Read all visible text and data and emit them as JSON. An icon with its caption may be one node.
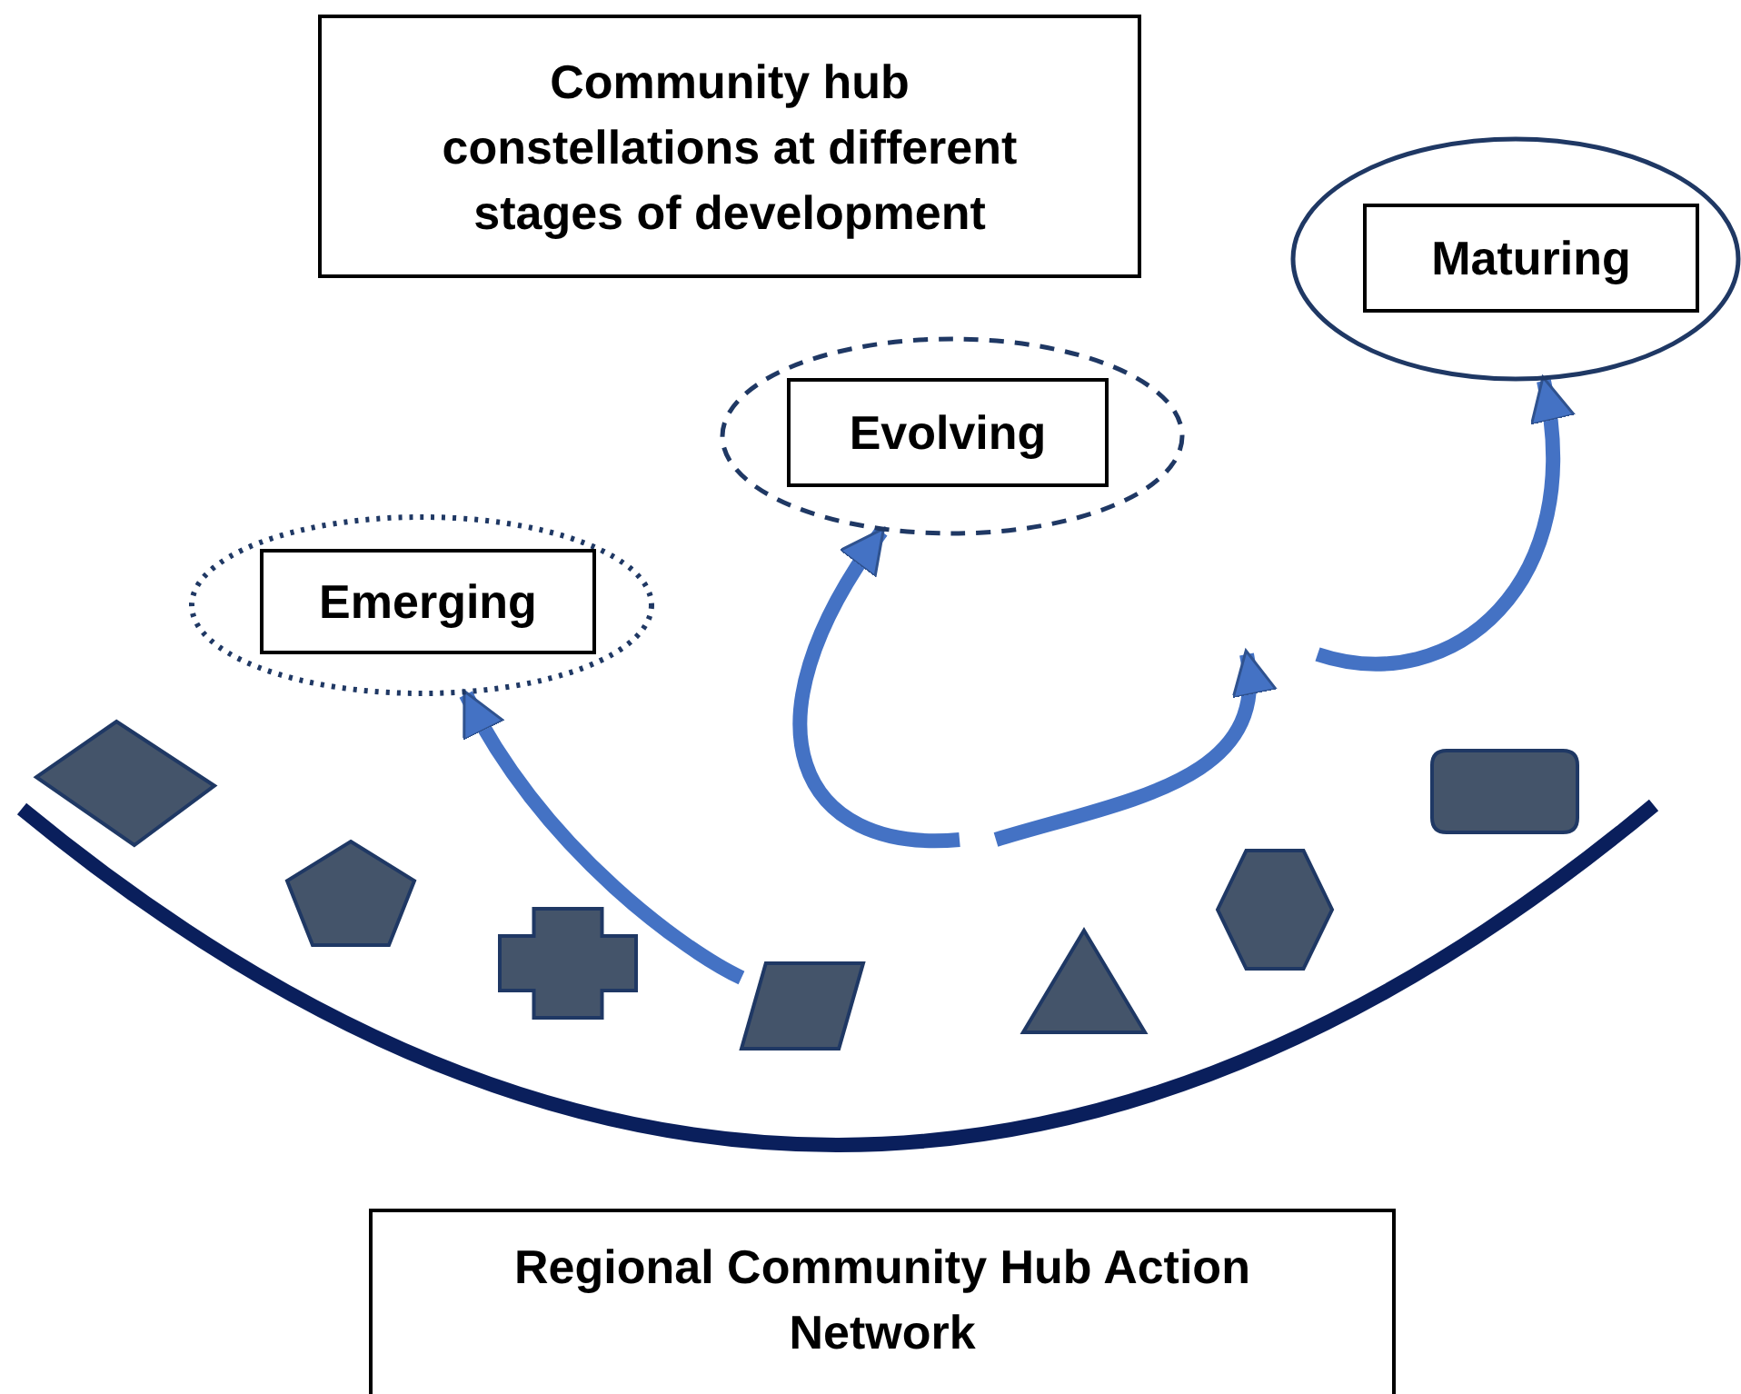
{
  "diagram": {
    "nodes": [
      {
        "text": [
          "Community hub constellations at different stages of development"
        ]
      },
      {
        "text": [],
        "shape": "ellipse"
      },
      {
        "text": [
          "Maturing"
        ],
        "in": 1
      },
      {
        "text": [],
        "shape": "ellipse"
      },
      {
        "text": [
          "Evolving"
        ],
        "in": 3
      },
      {
        "text": [],
        "shape": "ellipse"
      },
      {
        "text": [
          "Emerging"
        ],
        "in": 5
      },
      {
        "text": [],
        "shape": "diamond"
      },
      {
        "text": [],
        "shape": "pentagon"
      },
      {
        "text": [],
        "shape": "cross"
      },
      {
        "text": [],
        "shape": "parallelogram"
      },
      {
        "text": [],
        "shape": "triangle"
      },
      {
        "text": [],
        "shape": "hexagon"
      },
      {
        "text": [],
        "shape": "box"
      },
      {
        "text": [
          "Regional Community Hub Action Network"
        ]
      }
    ],
    "edges": [
      {
        "from": 10,
        "to": 5,
        "arrow": "to"
      },
      {
        "from": null,
        "to": 3,
        "arrow": "to"
      },
      {
        "from": null,
        "to": 1,
        "arrow": "to"
      }
    ]
  }
}
